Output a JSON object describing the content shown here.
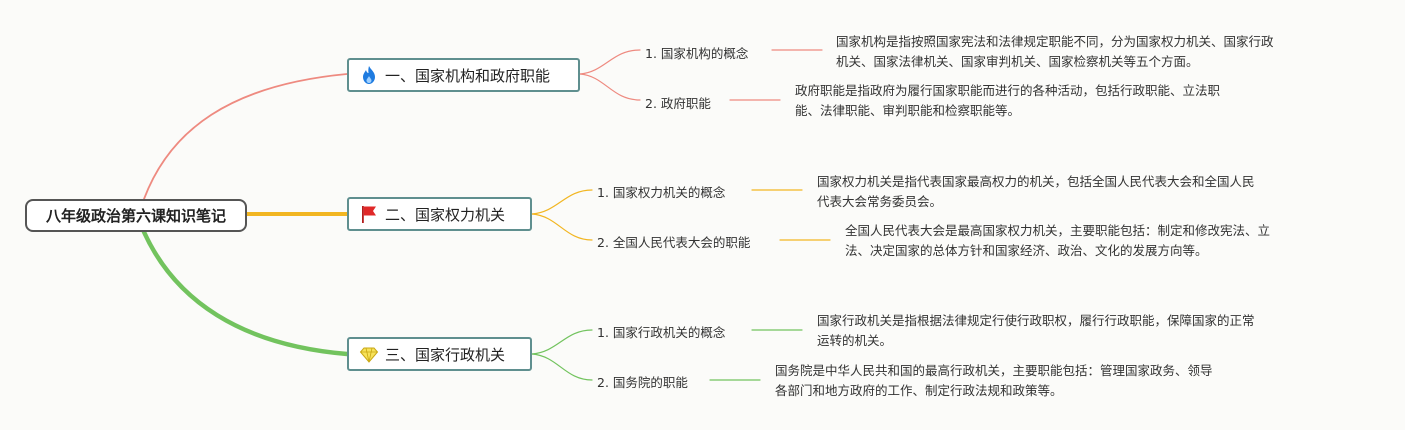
{
  "root": {
    "label": "八年级政治第六课知识笔记"
  },
  "branches": [
    {
      "label": "一、国家机构和政府职能",
      "icon": "fire-icon",
      "color": "#ee8a80",
      "children": [
        {
          "title": "1. 国家机构的概念",
          "lines": [
            "国家机构是指按照国家宪法和法律规定职能不同，分为国家权力机关、国家行政",
            "机关、国家法律机关、国家审判机关、国家检察机关等五个方面。"
          ]
        },
        {
          "title": "2. 政府职能",
          "lines": [
            "政府职能是指政府为履行国家职能而进行的各种活动，包括行政职能、立法职",
            "能、法律职能、审判职能和检察职能等。"
          ]
        }
      ]
    },
    {
      "label": "二、国家权力机关",
      "icon": "red-flag-icon",
      "color": "#f2b622",
      "children": [
        {
          "title": "1. 国家权力机关的概念",
          "lines": [
            "国家权力机关是指代表国家最高权力的机关，包括全国人民代表大会和全国人民",
            "代表大会常务委员会。"
          ]
        },
        {
          "title": "2. 全国人民代表大会的职能",
          "lines": [
            "全国人民代表大会是最高国家权力机关，主要职能包括：制定和修改宪法、立",
            "法、决定国家的总体方针和国家经济、政治、文化的发展方向等。"
          ]
        }
      ]
    },
    {
      "label": "三、国家行政机关",
      "icon": "diamond-icon",
      "color": "#72c35e",
      "children": [
        {
          "title": "1. 国家行政机关的概念",
          "lines": [
            "国家行政机关是指根据法律规定行使行政职权，履行行政职能，保障国家的正常",
            "运转的机关。"
          ]
        },
        {
          "title": "2. 国务院的职能",
          "lines": [
            "国务院是中华人民共和国的最高行政机关，主要职能包括：管理国家政务、领导",
            "各部门和地方政府的工作、制定行政法规和政策等。"
          ]
        }
      ]
    }
  ]
}
